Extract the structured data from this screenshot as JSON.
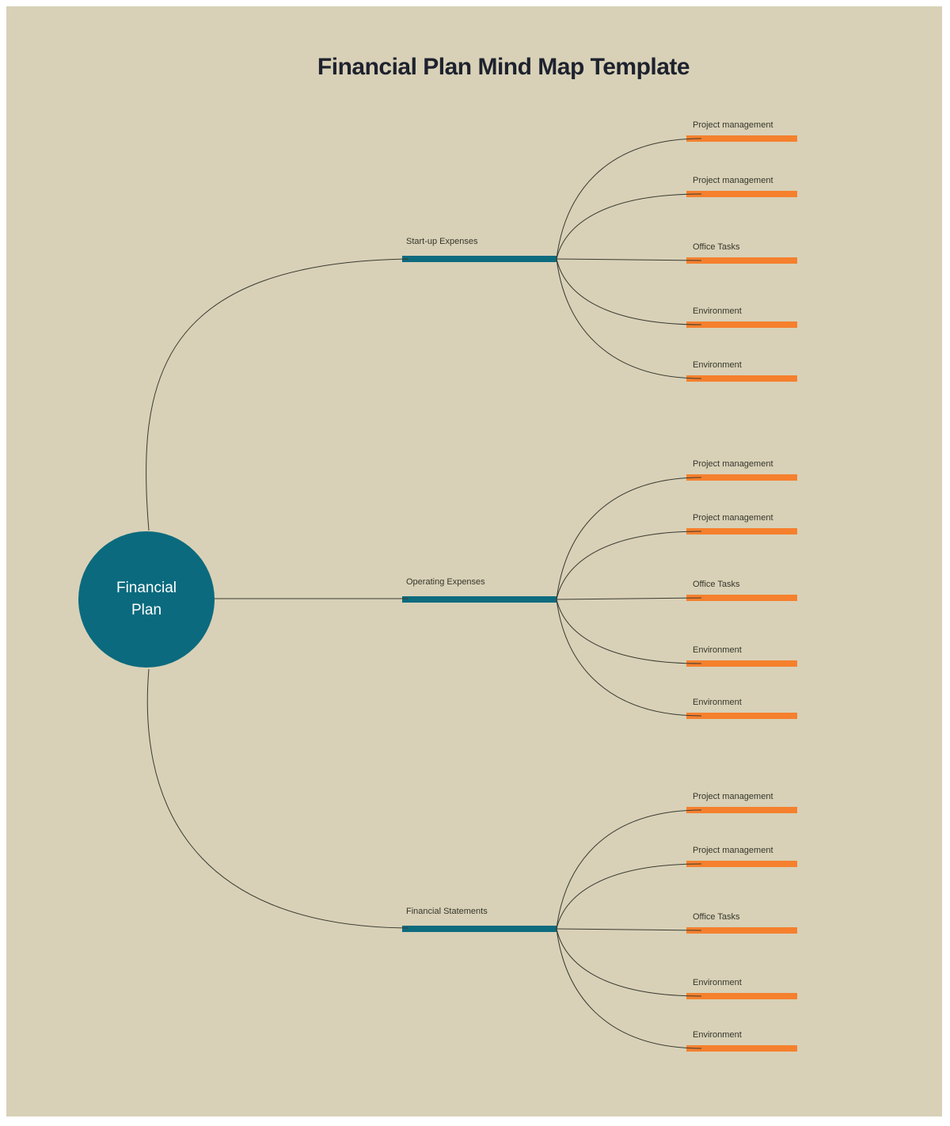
{
  "title": "Financial Plan Mind Map Template",
  "root": {
    "label": "Financial Plan"
  },
  "branches": [
    {
      "label": "Start-up Expenses",
      "children": [
        "Project management",
        "Project management",
        "Office Tasks",
        "Environment",
        "Environment"
      ]
    },
    {
      "label": "Operating Expenses",
      "children": [
        "Project management",
        "Project management",
        "Office Tasks",
        "Environment",
        "Environment"
      ]
    },
    {
      "label": "Financial Statements",
      "children": [
        "Project management",
        "Project management",
        "Office Tasks",
        "Environment",
        "Environment"
      ]
    }
  ],
  "colors": {
    "page_border": "#ffffff",
    "canvas_background": "#d8d1b7",
    "branch_teal": "#0d6b7e",
    "root_teal": "#0b6a7e",
    "leaf_orange": "#f5802d",
    "connector": "#3a3a31",
    "title_text": "#1e222e",
    "label_text": "#36362c",
    "root_text": "#ffffff"
  }
}
